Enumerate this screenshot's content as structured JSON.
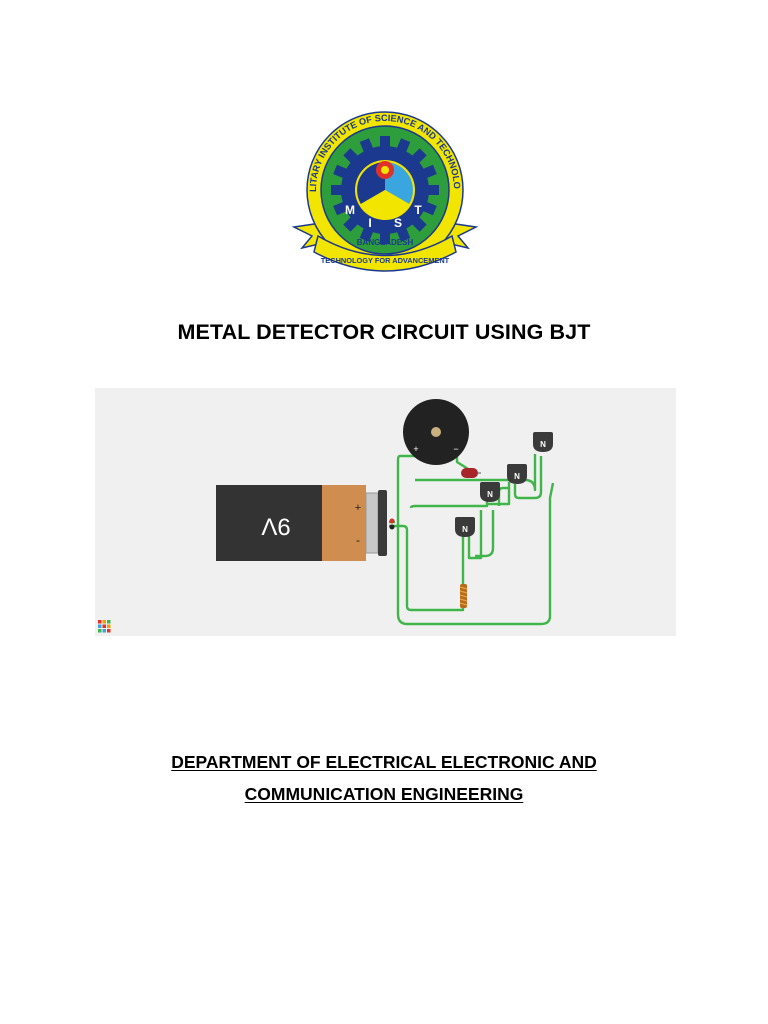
{
  "logo": {
    "ring_text_top": "MILITARY INSTITUTE OF SCIENCE AND TECHNOLOGY",
    "letters": [
      "M",
      "I",
      "S",
      "T"
    ],
    "country": "BANGLADESH",
    "motto": "TECHNOLOGY FOR ADVANCEMENT",
    "colors": {
      "ring": "#f2e500",
      "outer_green": "#2e9e3c",
      "gear": "#1b3a8f",
      "red": "#e0322b",
      "light_blue": "#3aa6e0"
    }
  },
  "title": "METAL DETECTOR CIRCUIT USING BJT",
  "circuit": {
    "battery_label": "9V",
    "battery_plus": "+",
    "battery_minus": "-",
    "buzzer_plus": "+",
    "buzzer_minus": "−",
    "transistor_label": "N",
    "wire_color": "#3fb54a",
    "background": "#f0f0f0"
  },
  "department": {
    "line1": "DEPARTMENT OF ELECTRICAL ELECTRONIC AND",
    "line2": "COMMUNICATION ENGINEERING"
  }
}
